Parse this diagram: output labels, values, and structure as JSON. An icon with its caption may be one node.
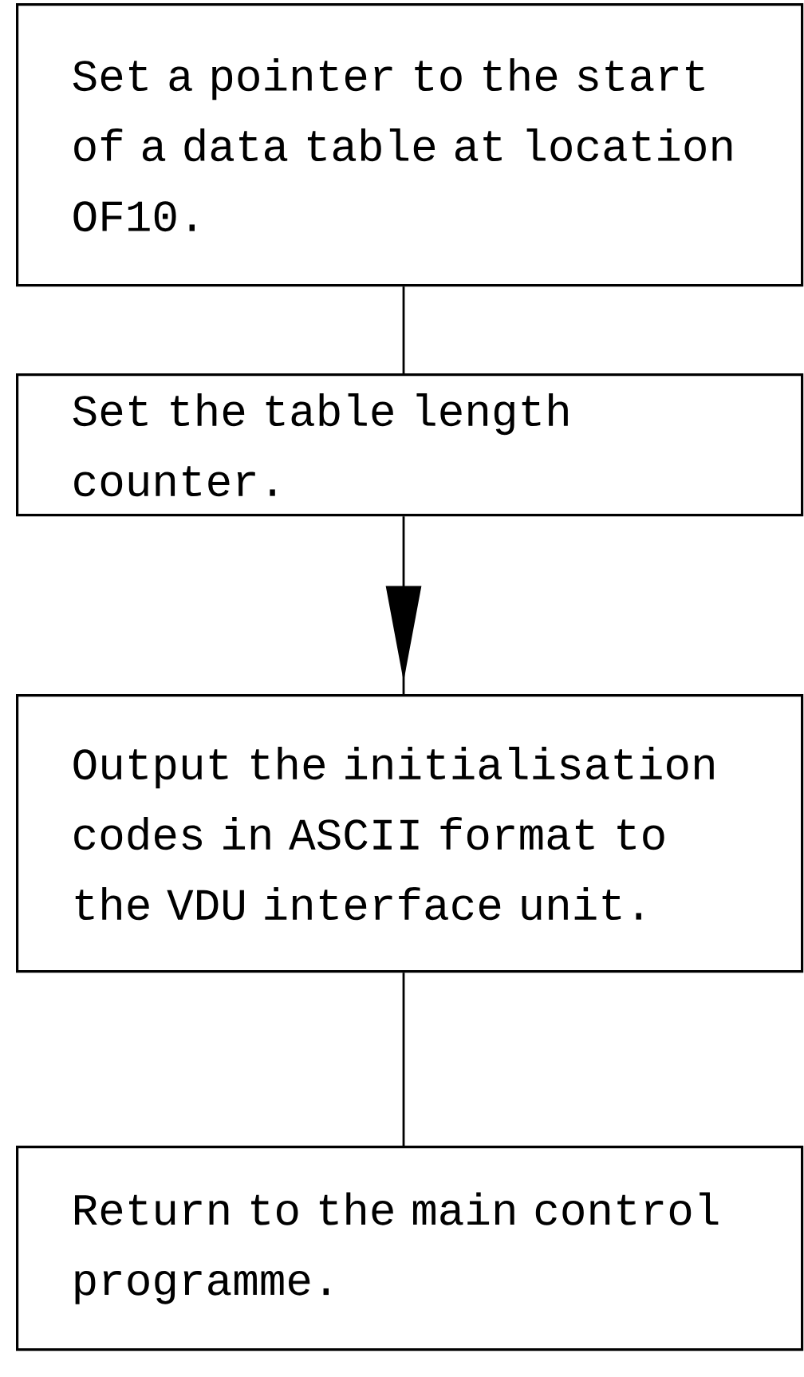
{
  "diagram": {
    "nodes": [
      {
        "text": [
          "Set a pointer to the start of a data table at location OF10."
        ]
      },
      {
        "text": [
          "Set the table length counter."
        ]
      },
      {
        "text": [
          "Output the initialisation codes in ASCII format to the VDU interface unit."
        ]
      },
      {
        "text": [
          "Return to the main control programme."
        ]
      }
    ],
    "edges": [
      {
        "from": 0,
        "to": 1,
        "arrow": "none"
      },
      {
        "from": 1,
        "to": 2,
        "arrow": "to"
      },
      {
        "from": 2,
        "to": 3,
        "arrow": "none"
      }
    ]
  }
}
